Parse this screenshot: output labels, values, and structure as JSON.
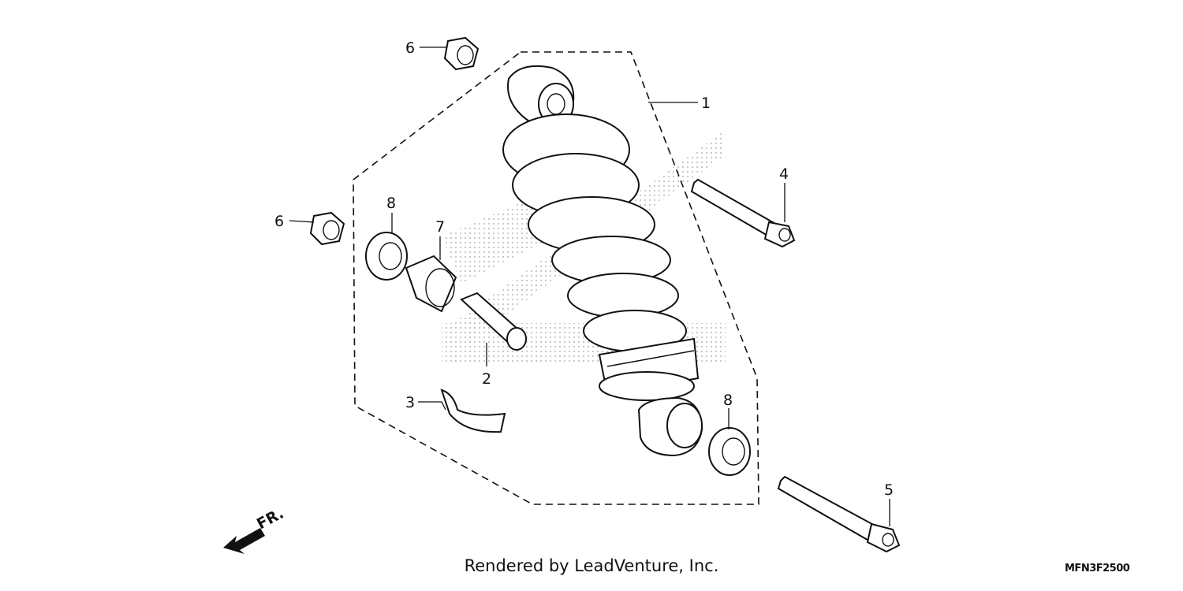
{
  "diagram": {
    "callouts": [
      "1",
      "2",
      "3",
      "4",
      "5",
      "6",
      "6",
      "7",
      "8",
      "8"
    ],
    "direction_marker": "FR."
  },
  "footer": {
    "credit": "Rendered by LeadVenture, Inc.",
    "drawing_code": "MFN3F2500"
  }
}
